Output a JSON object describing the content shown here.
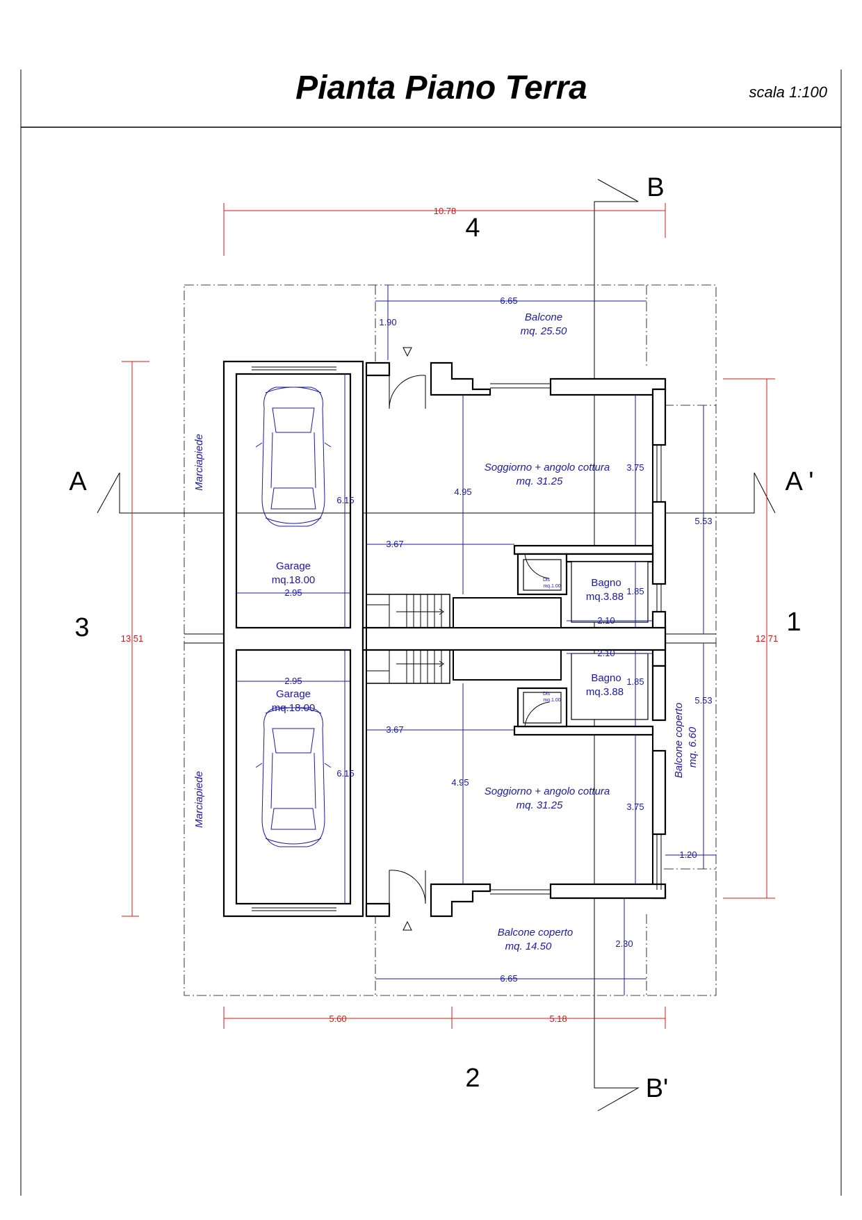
{
  "header": {
    "title": "Pianta Piano Terra",
    "scale": "scala 1:100"
  },
  "sides": {
    "top": "4",
    "bottom": "2",
    "left": "3",
    "right": "1"
  },
  "sections": {
    "a": "A",
    "a_prime": "A '",
    "b": "B",
    "b_prime": "B'"
  },
  "rooms": {
    "balcone_label": "Balcone",
    "balcone_area": "mq. 25.50",
    "soggiorno_label": "Soggiorno + angolo cottura",
    "soggiorno_area": "mq. 31.25",
    "garage_label": "Garage",
    "garage_area": "mq.18.00",
    "bagno_label": "Bagno",
    "bagno_area": "mq.3.88",
    "dis_label": "Dis",
    "dis_area": "mq.1.00",
    "marciapiede": "Marciapiede",
    "balcone_coperto_label": "Balcone coperto",
    "balcone_coperto_bottom_area": "mq. 14.50",
    "balcone_coperto_side_area": "mq. 6.60"
  },
  "dimensions": {
    "overall_width": "10.78",
    "overall_height": "13.51",
    "right_height": "12.71",
    "bottom_left": "5.60",
    "bottom_right": "5.18",
    "balcone_width": "6.65",
    "balcone_depth_top": "1.90",
    "balcone_depth_bottom": "2.30",
    "liv_depth": "4.95",
    "liv_width": "3.67",
    "liv_inner": "3.75",
    "garage_depth": "6.15",
    "garage_width": "2.95",
    "bath_width": "2.10",
    "bath_depth": "1.85",
    "half_height": "5.53",
    "side_balcony": "1.20"
  },
  "colors": {
    "dimension_blue": "#1a1aa6",
    "dimension_red": "#d01818",
    "lines": "#000000"
  }
}
